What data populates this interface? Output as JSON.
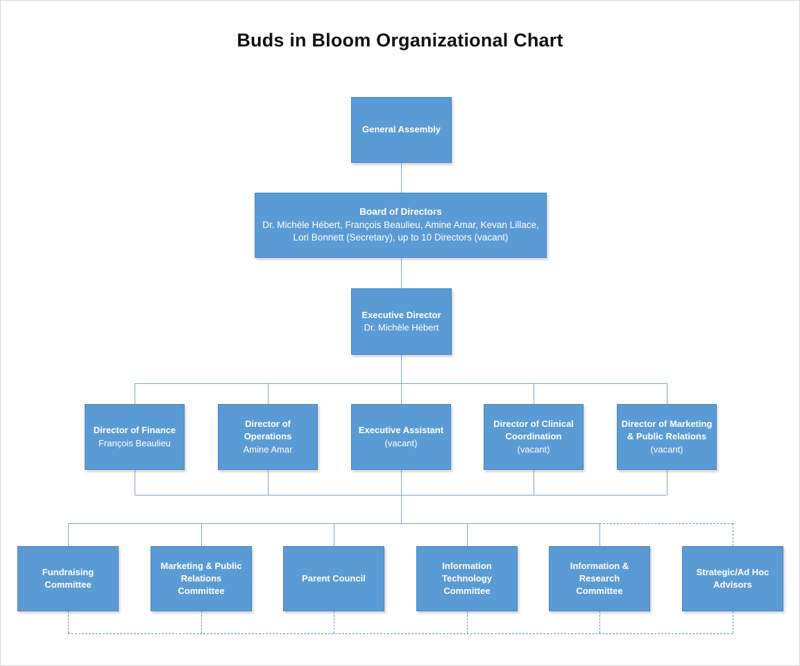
{
  "page": {
    "title": "Buds in Bloom Organizational Chart"
  },
  "colors": {
    "node_fill": "#5B9BD5",
    "node_border": "#4A82C2",
    "node_text": "#FFFFFF",
    "connector_solid": "#7DA6D6",
    "connector_dashed": "#5F94CB",
    "title_text": "#111111"
  },
  "org": {
    "general_assembly": {
      "title": "General Assembly"
    },
    "board": {
      "title": "Board of Directors",
      "members": "Dr. Michèle Hébert, François Beaulieu, Amine Amar, Kevan Lillace, Lori Bonnett (Secretary), up to 10 Directors (vacant)"
    },
    "executive_director": {
      "title": "Executive Director",
      "person": "Dr. Michèle Hébert"
    },
    "directors": [
      {
        "title": "Director of Finance",
        "person": "François Beaulieu"
      },
      {
        "title": "Director of Operations",
        "person": "Amine Amar"
      },
      {
        "title": "Executive Assistant",
        "person": "(vacant)"
      },
      {
        "title": "Director of Clinical Coordination",
        "person": "(vacant)"
      },
      {
        "title": "Director of Marketing & Public Relations",
        "person": "(vacant)"
      }
    ],
    "committees": [
      {
        "title": "Fundraising Committee"
      },
      {
        "title": "Marketing & Public Relations Committee"
      },
      {
        "title": "Parent Council"
      },
      {
        "title": "Information Technology Committee"
      },
      {
        "title": "Information & Research Committee"
      },
      {
        "title": "Strategic/Ad Hoc Advisors"
      }
    ]
  }
}
